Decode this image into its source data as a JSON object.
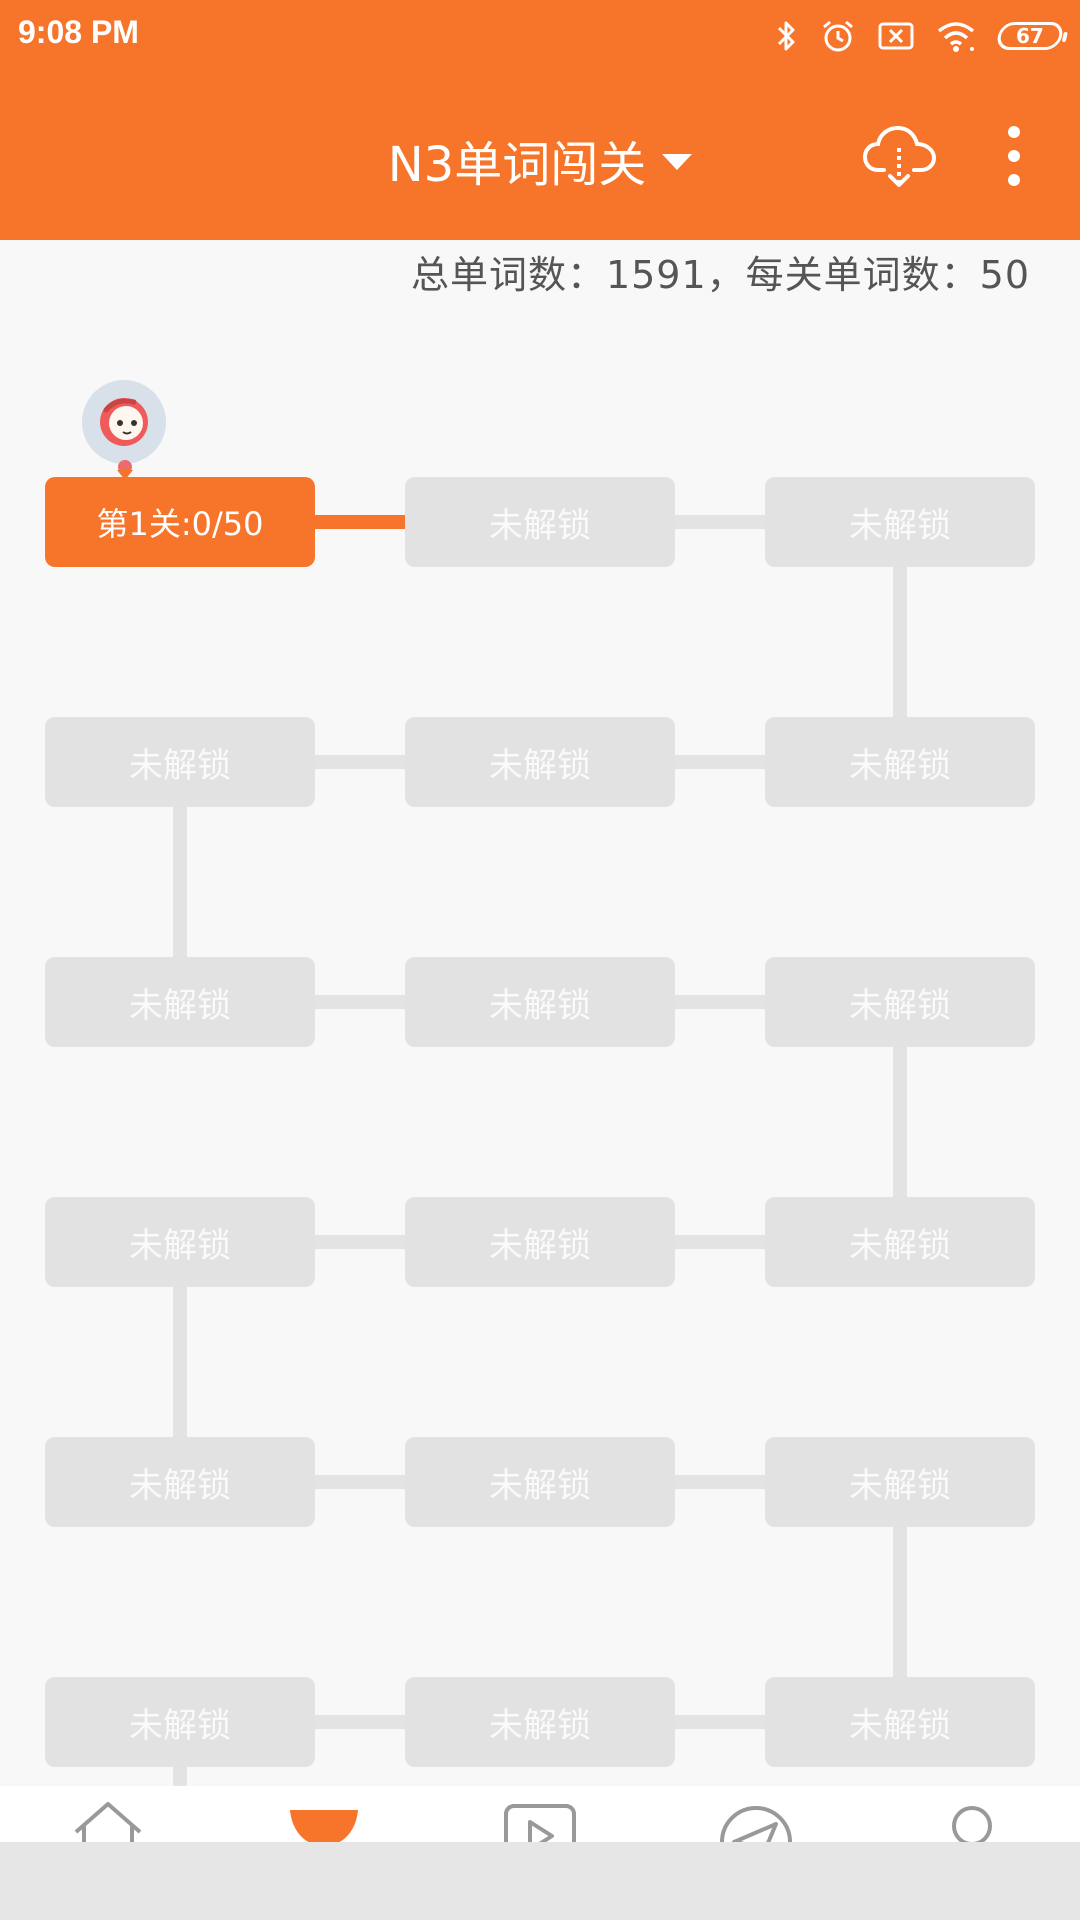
{
  "status_bar": {
    "time": "9:08 PM",
    "battery": "67"
  },
  "app_bar": {
    "title": "N3单词闯关"
  },
  "summary": "总单词数：1591，每关单词数：50",
  "levels": [
    {
      "label": "第1关:0/50",
      "state": "active"
    },
    {
      "label": "未解锁",
      "state": "locked"
    },
    {
      "label": "未解锁",
      "state": "locked"
    },
    {
      "label": "未解锁",
      "state": "locked"
    },
    {
      "label": "未解锁",
      "state": "locked"
    },
    {
      "label": "未解锁",
      "state": "locked"
    },
    {
      "label": "未解锁",
      "state": "locked"
    },
    {
      "label": "未解锁",
      "state": "locked"
    },
    {
      "label": "未解锁",
      "state": "locked"
    },
    {
      "label": "未解锁",
      "state": "locked"
    },
    {
      "label": "未解锁",
      "state": "locked"
    },
    {
      "label": "未解锁",
      "state": "locked"
    },
    {
      "label": "未解锁",
      "state": "locked"
    },
    {
      "label": "未解锁",
      "state": "locked"
    },
    {
      "label": "未解锁",
      "state": "locked"
    },
    {
      "label": "未解锁",
      "state": "locked"
    },
    {
      "label": "未解锁",
      "state": "locked"
    },
    {
      "label": "未解锁",
      "state": "locked"
    }
  ],
  "bottom_nav": [
    {
      "icon": "home-icon"
    },
    {
      "icon": "trophy-icon",
      "selected": true
    },
    {
      "icon": "play-icon"
    },
    {
      "icon": "send-icon"
    },
    {
      "icon": "person-icon"
    }
  ],
  "colors": {
    "accent": "#f7752a",
    "locked": "#e2e2e2",
    "background": "#f8f8f8"
  }
}
